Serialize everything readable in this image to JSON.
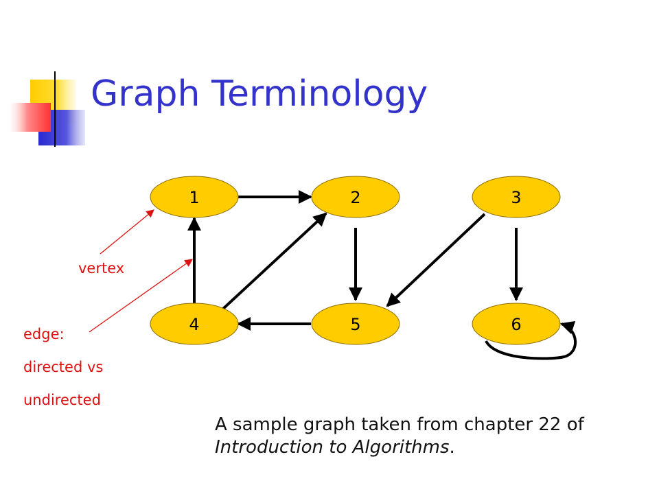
{
  "title": "Graph Terminology",
  "diagram": {
    "nodes": [
      {
        "id": "1",
        "label": "1"
      },
      {
        "id": "2",
        "label": "2"
      },
      {
        "id": "3",
        "label": "3"
      },
      {
        "id": "4",
        "label": "4"
      },
      {
        "id": "5",
        "label": "5"
      },
      {
        "id": "6",
        "label": "6"
      }
    ],
    "edges": [
      {
        "from": "1",
        "to": "2"
      },
      {
        "from": "2",
        "to": "5"
      },
      {
        "from": "3",
        "to": "5"
      },
      {
        "from": "3",
        "to": "6"
      },
      {
        "from": "4",
        "to": "1"
      },
      {
        "from": "4",
        "to": "2"
      },
      {
        "from": "5",
        "to": "4"
      },
      {
        "from": "6",
        "to": "6"
      }
    ],
    "node_color": "#ffcc00",
    "edge_color": "#000000"
  },
  "annotations": {
    "vertex": "vertex",
    "edge_line1": "edge:",
    "edge_line2": "directed vs",
    "edge_line3": "undirected",
    "color": "#dd1111"
  },
  "caption": {
    "line1": "A sample graph taken from chapter 22 of",
    "book": "Introduction to Algorithms",
    "end": "."
  },
  "theme": {
    "title_color": "#3333cc",
    "accent_yellow": "#ffcc00",
    "accent_blue": "#3333cc",
    "accent_red": "#ff3333"
  }
}
